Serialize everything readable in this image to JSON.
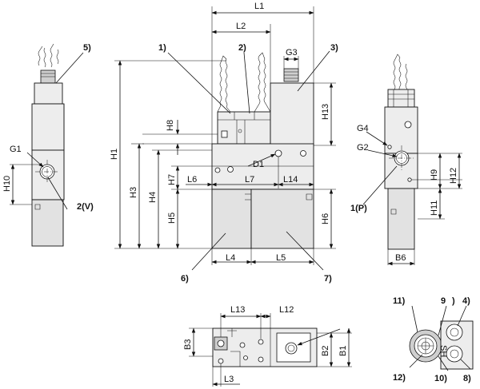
{
  "drawing": {
    "dimension_labels": {
      "L1": "L1",
      "L2": "L2",
      "G3": "G3",
      "H1": "H1",
      "H8": "H8",
      "H13": "H13",
      "D1": "D1",
      "L6": "L6",
      "L7": "L7",
      "L14": "L14",
      "H3": "H3",
      "H4": "H4",
      "H5": "H5",
      "H6": "H6",
      "H7": "H7",
      "L4": "L4",
      "L5": "L5",
      "G1": "G1",
      "H10": "H10",
      "G4": "G4",
      "G2": "G2",
      "H9": "H9",
      "H12": "H12",
      "H11": "H11",
      "B6": "B6",
      "L13": "L13",
      "L12": "L12",
      "B3": "B3",
      "B2": "B2",
      "B1": "B1",
      "L3": "L3"
    },
    "callouts": {
      "c1": "1)",
      "c2": "2)",
      "c3": "3)",
      "c5": "5)",
      "c6": "6)",
      "c7": "7)",
      "c2v": "2(V)",
      "c1p": "1(P)",
      "c11": "11)",
      "c9": "9",
      "c9p": ")",
      "c4": "4)",
      "c12": "12)",
      "c10": "10)",
      "c8": "8)"
    },
    "connector_text": "SH"
  }
}
